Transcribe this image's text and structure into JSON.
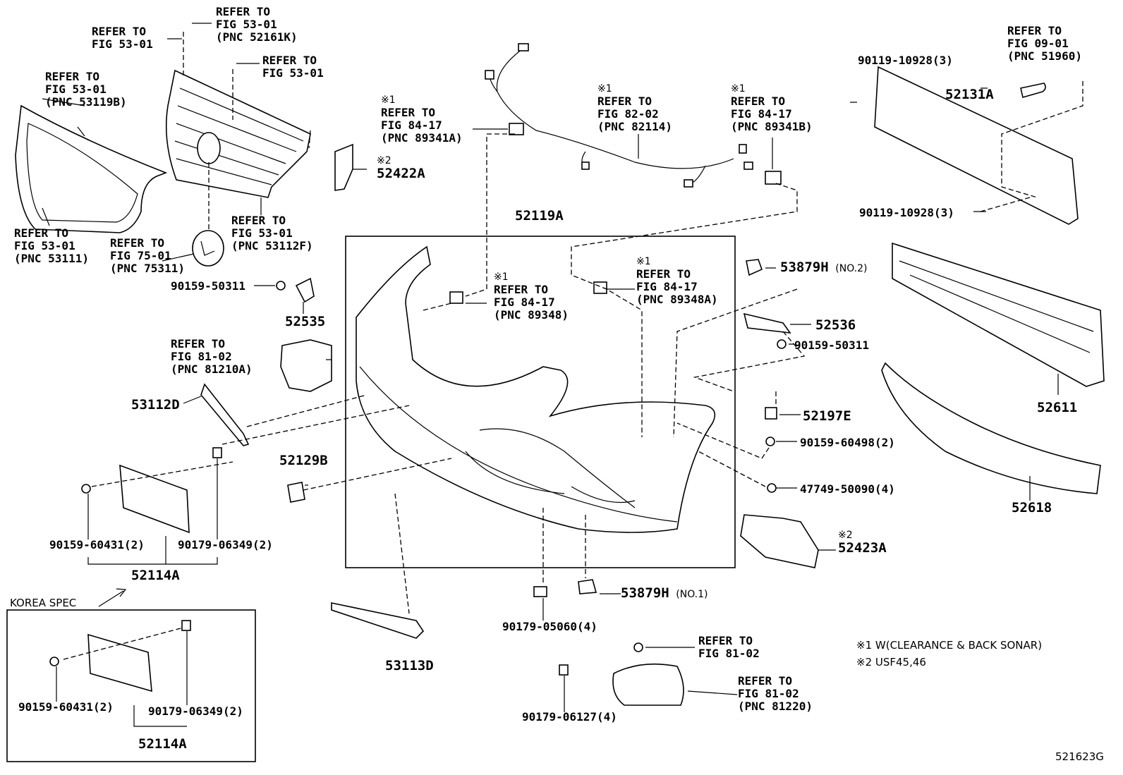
{
  "refer_to": "REFER TO",
  "fig": {
    "f5301": "FIG 53-01",
    "f7501": "FIG 75-01",
    "f8102": "FIG 81-02",
    "f8417": "FIG 84-17",
    "f8202": "FIG 82-02",
    "f0901": "FIG 09-01"
  },
  "pnc": {
    "p52161K": "(PNC 52161K)",
    "p53119B": "(PNC 53119B)",
    "p53111": "(PNC 53111)",
    "p75311": "(PNC 75311)",
    "p53112F": "(PNC 53112F)",
    "p81210A": "(PNC 81210A)",
    "p89341A": "(PNC 89341A)",
    "p82114": "(PNC 82114)",
    "p89341B": "(PNC 89341B)",
    "p89348": "(PNC 89348)",
    "p89348A": "(PNC 89348A)",
    "p51960": "(PNC 51960)",
    "p81220": "(PNC 81220)"
  },
  "marks": {
    "m1": "※1",
    "m2": "※2"
  },
  "parts": {
    "p52422A": "52422A",
    "p52119A": "52119A",
    "p52131A": "52131A",
    "p90119_10928": "90119-10928(3)",
    "p90159_50311": "90159-50311",
    "p52535": "52535",
    "p53112D": "53112D",
    "p52129B": "52129B",
    "p90159_60431": "90159-60431(2)",
    "p90179_06349": "90179-06349(2)",
    "p52114A": "52114A",
    "p53879H": "53879H",
    "no2": "(NO.2)",
    "no1": "(NO.1)",
    "p52536": "52536",
    "p52197E": "52197E",
    "p90159_60498": "90159-60498(2)",
    "p47749_50090": "47749-50090(4)",
    "p52423A": "52423A",
    "p52611": "52611",
    "p52618": "52618",
    "p53113D": "53113D",
    "p90179_05060": "90179-05060(4)",
    "p90179_06127": "90179-06127(4)"
  },
  "korea_spec": "KOREA SPEC",
  "notes": {
    "n1": "※1 W(CLEARANCE & BACK SONAR)",
    "n2": "※2 USF45,46"
  },
  "figure_id": "521623G"
}
